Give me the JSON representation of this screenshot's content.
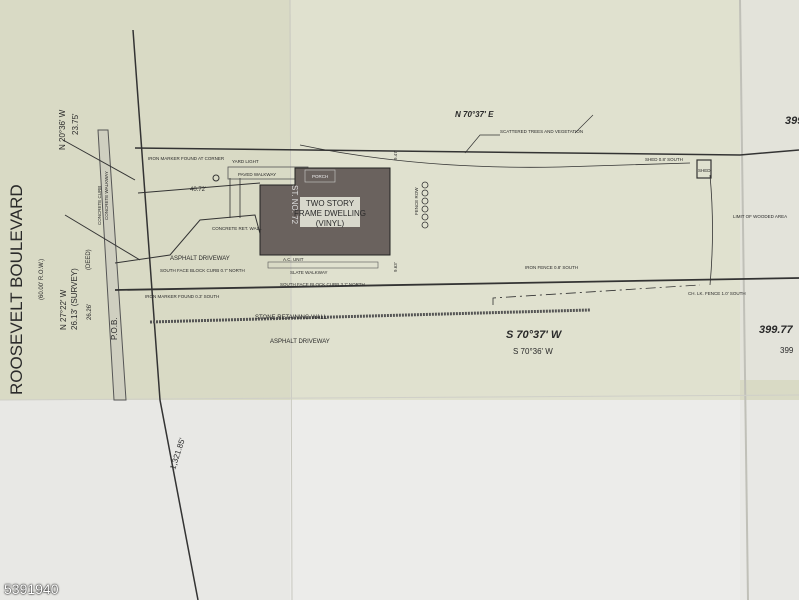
{
  "road": {
    "name": "ROOSEVELT   BOULEVARD",
    "row": "(60.00' R.O.W.)"
  },
  "bearings": {
    "top_left": "N 20°36' W",
    "top_left_dist": "23.75'",
    "front": "N 27°22' W",
    "front_survey": "26.13' (SURVEY)",
    "front_deed": "(DEED)",
    "front_deed_dist": "26.26'",
    "north_line": "N 70°37' E",
    "south_line": "S 70°37' W",
    "south_line_deed": "S 70°36' W",
    "south_dist": "399.77",
    "south_dist_deed": "399",
    "north_dist": "399",
    "road_dist": "1,321.85'"
  },
  "labels": {
    "pob": "P.O.B.",
    "concrete_curb": "CONCRETE CURB",
    "concrete_walkway": "CONCRETE WALKWAY",
    "iron_marker_corner": "IRON MARKER FOUND AT CORNER",
    "yard_light": "YARD LIGHT",
    "paved_walkway": "PAVED WALKWAY",
    "porch": "PORCH",
    "dist_4072": "40.72'",
    "concrete_wall": "CONCRETE RET. WALL",
    "asphalt_driveway": "ASPHALT   DRIVEWAY",
    "south_face_block_1": "SOUTH FACE BLOCK CURB 0.7' NORTH",
    "south_face_block_2": "SOUTH FACE BLOCK CURB 3.7' NORTH",
    "iron_marker_south": "IRON MARKER FOUND 0.3' SOUTH",
    "house_no": "ST. NO. 72",
    "dwelling_1": "TWO STORY",
    "dwelling_2": "FRAME DWELLING",
    "dwelling_3": "(VINYL)",
    "ac_unit": "A.C. UNIT",
    "slate_walkway": "SLATE  WALKWAY",
    "setback_top": "9.47'",
    "setback_bottom": "9.63'",
    "trees": "SCATTERED TREES AND VEGETATION",
    "shed_note": "SHED 0.8' SOUTH",
    "shed": "SHED",
    "wooded": "LIMIT OF WOODED AREA",
    "iron_fence": "IRON FENCE 0.8' SOUTH",
    "ch_fence": "CH. LK. FENCE 1.0' SOUTH",
    "stone_wall": "STONE RETAINING WALL",
    "asphalt_driveway_2": "ASPHALT   DRIVEWAY",
    "fence_row": "FENCE ROW"
  },
  "watermark": "5391940",
  "colors": {
    "paper_top": "#dadbc6",
    "paper_bottom": "#e7e7e3",
    "house": "#6a625e",
    "line": "#333333"
  }
}
